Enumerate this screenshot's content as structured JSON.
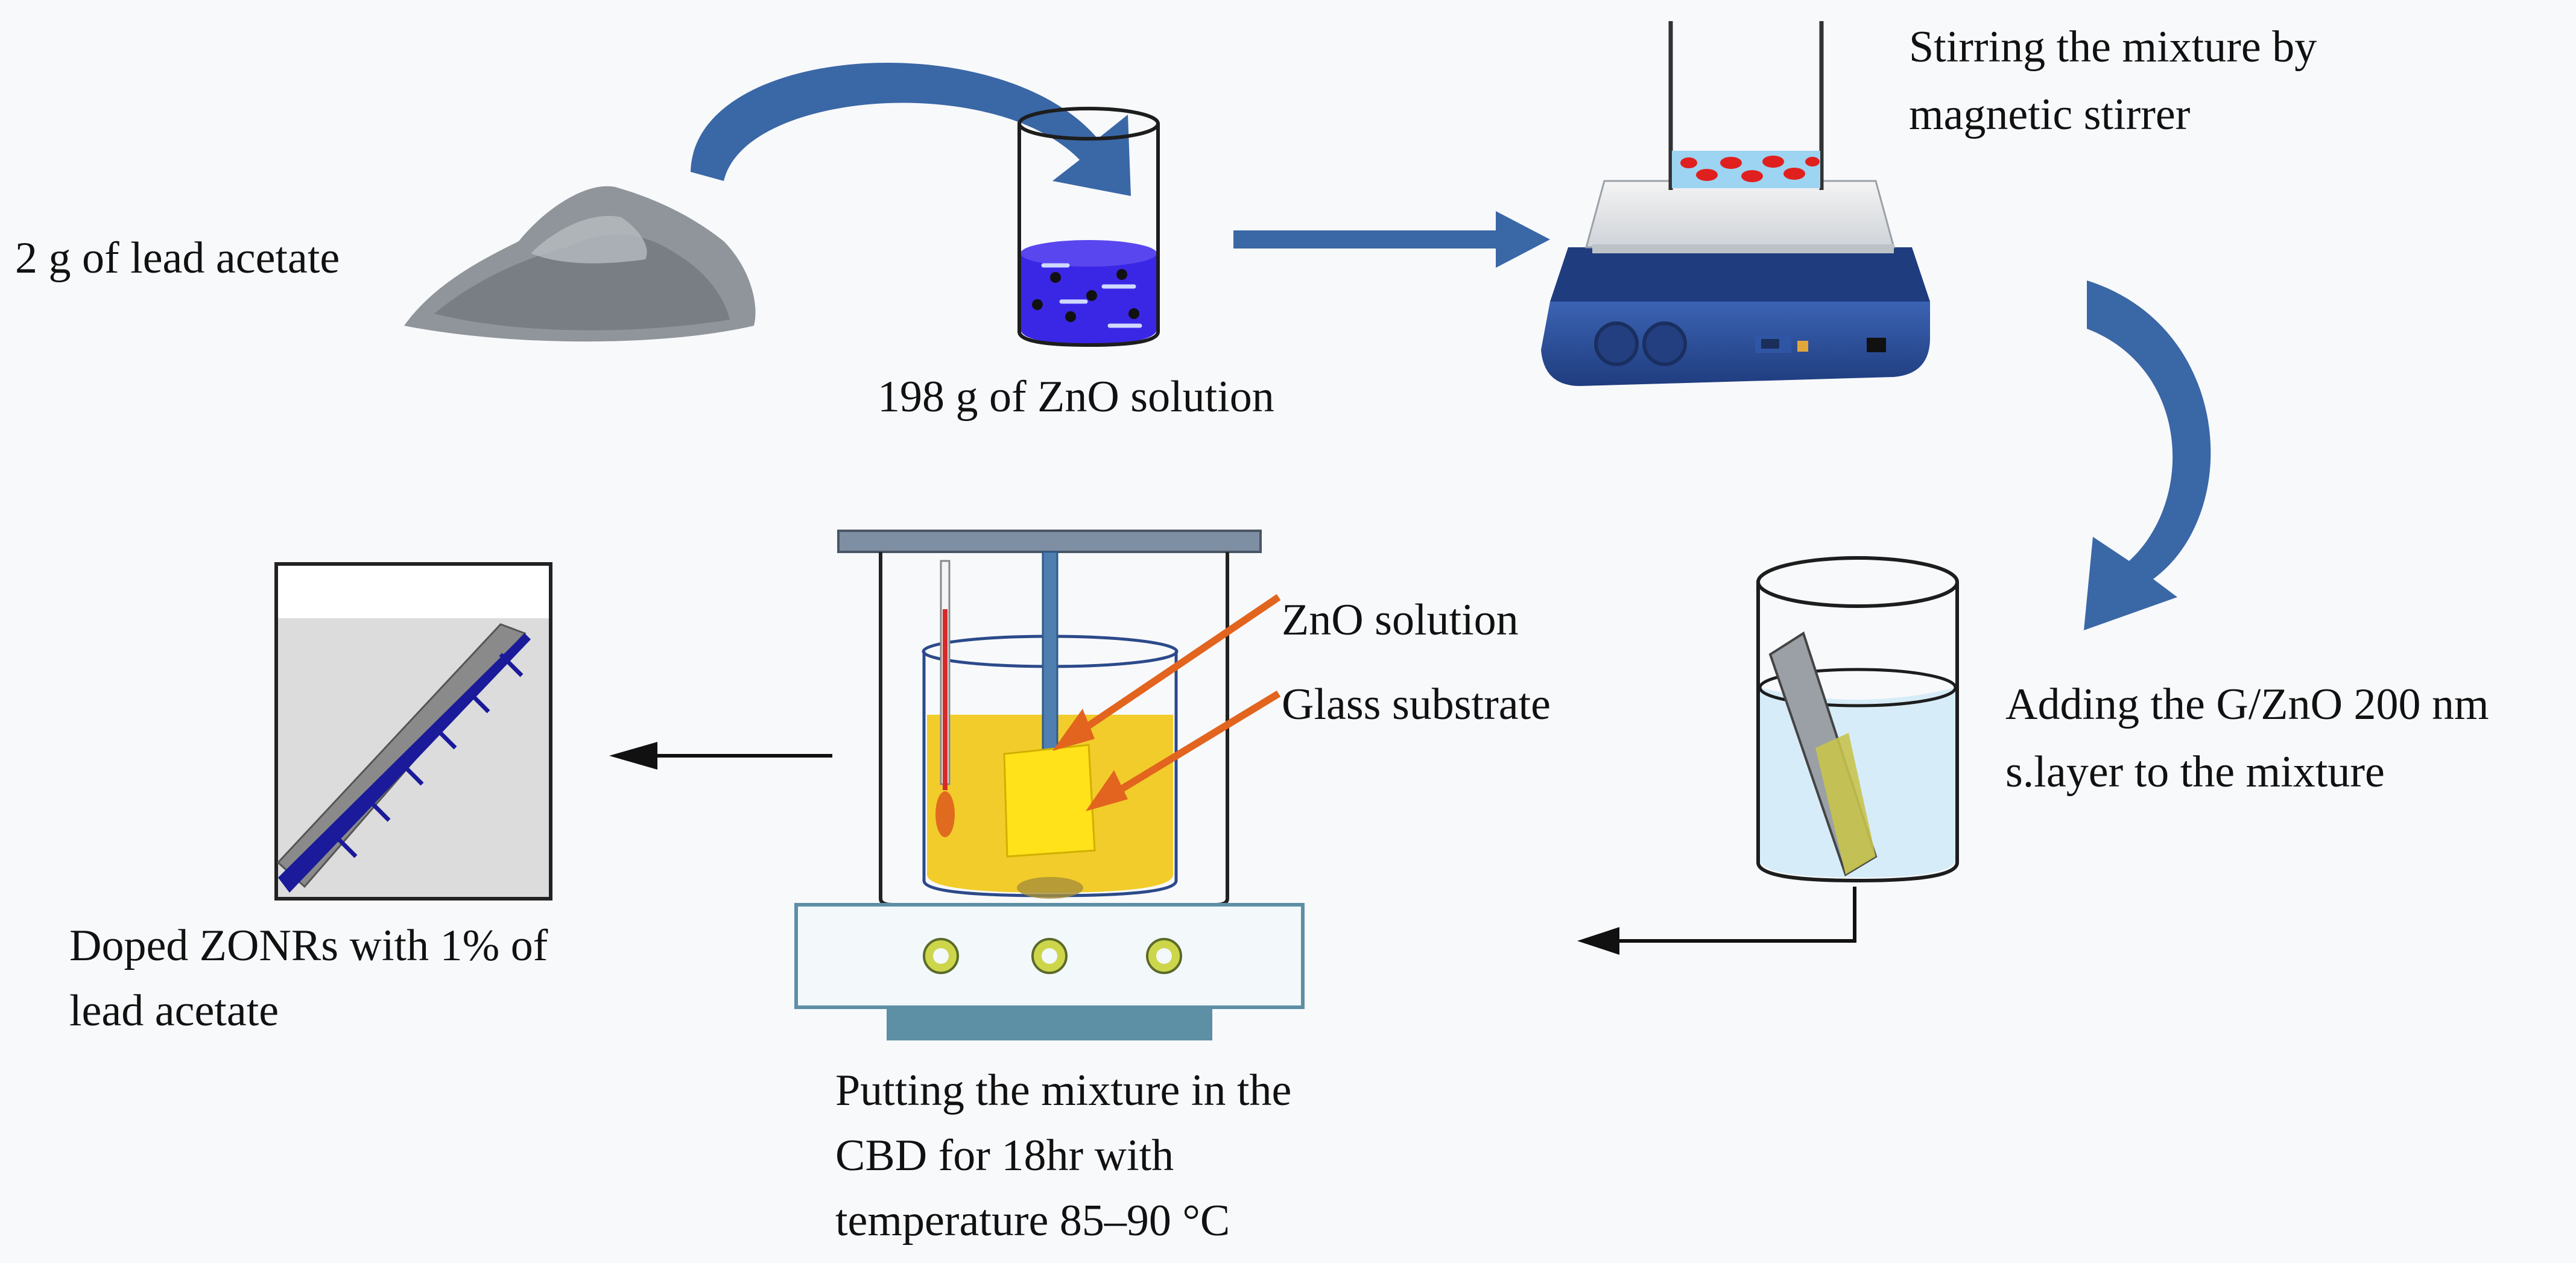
{
  "steps": {
    "lead_acetate": "2 g of lead acetate",
    "zno_solution": "198 g of ZnO solution",
    "stirring": [
      "Stirring the mixture by",
      "magnetic stirrer"
    ],
    "adding": [
      "Adding the G/ZnO 200 nm",
      "s.layer to the mixture"
    ],
    "cbd": [
      "Putting the mixture in the",
      "CBD for 18hr with",
      "temperature 85–90 °C"
    ],
    "doped": [
      "Doped ZONRs with 1% of",
      "lead acetate"
    ]
  },
  "cbd_callouts": {
    "solution": "ZnO solution",
    "substrate": "Glass substrate"
  },
  "colors": {
    "curved_arrow": "#3a67a6",
    "beaker_liquid": "#3a27e6",
    "stirrer_body": "#2d4f9a",
    "cbd_liquid": "#f2cc2a",
    "callout_arrow": "#e2641e",
    "plate": "#5d8fa5",
    "rod_blue": "#1a1a9a"
  }
}
